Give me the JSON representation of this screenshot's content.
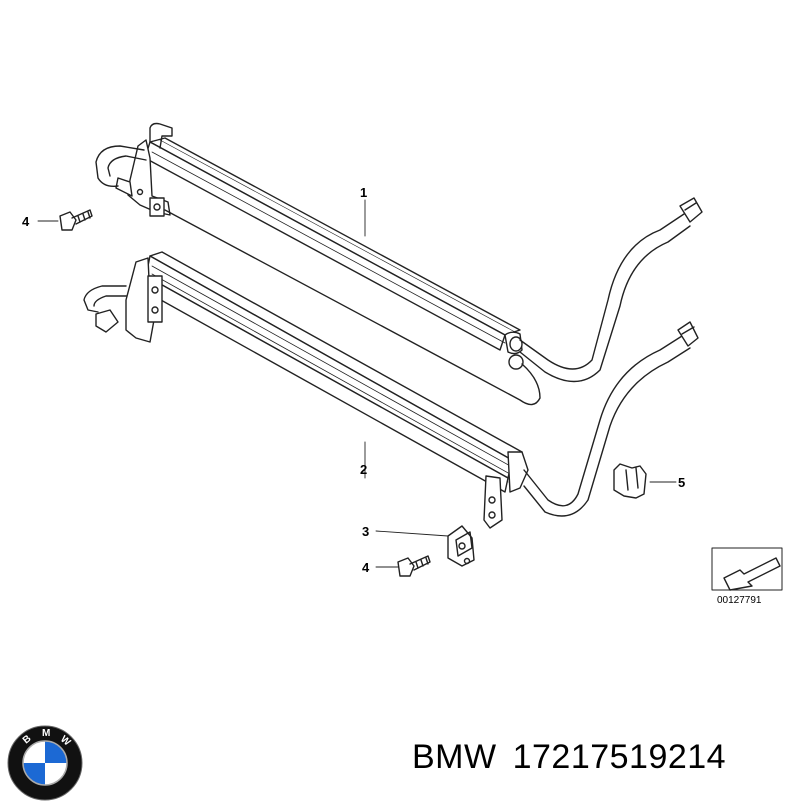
{
  "diagram": {
    "callouts": [
      "1",
      "2",
      "3",
      "4",
      "4",
      "5"
    ],
    "reference_number": "00127791"
  },
  "caption": {
    "brand": "BMW",
    "part_number": "17217519214"
  },
  "logo": {
    "text": "BMW",
    "colors": {
      "blue": "#1c69d4",
      "white": "#ffffff",
      "ring": "#111111"
    }
  }
}
